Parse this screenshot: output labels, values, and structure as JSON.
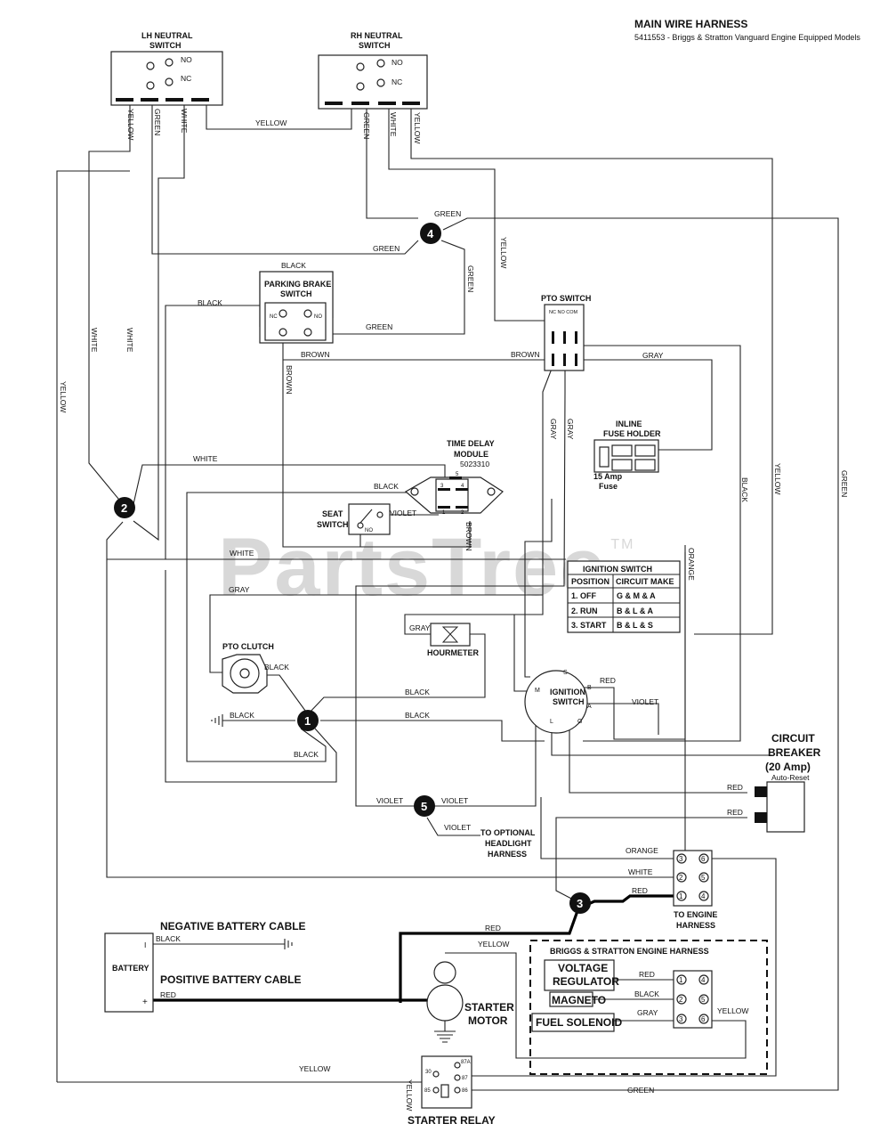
{
  "header": {
    "title": "MAIN WIRE HARNESS",
    "subtitle": "5411553 - Briggs & Stratton Vanguard Engine Equipped Models"
  },
  "watermark": {
    "text": "PartsTree",
    "tm": "TM"
  },
  "components": {
    "lh_neutral_switch": [
      "LH NEUTRAL",
      "SWITCH"
    ],
    "rh_neutral_switch": [
      "RH NEUTRAL",
      "SWITCH"
    ],
    "parking_brake_switch": [
      "PARKING BRAKE",
      "SWITCH"
    ],
    "pto_switch": "PTO SWITCH",
    "pto_switch_terms": "NC  NO COM",
    "time_delay_module": [
      "TIME DELAY",
      "MODULE"
    ],
    "time_delay_part": "5023310",
    "seat_switch": [
      "SEAT",
      "SWITCH"
    ],
    "inline_fuse_holder": [
      "INLINE",
      "FUSE HOLDER"
    ],
    "fuse_rating": [
      "15 Amp",
      "Fuse"
    ],
    "pto_clutch": "PTO CLUTCH",
    "hourmeter": "HOURMETER",
    "ignition_switch": [
      "IGNITION",
      "SWITCH"
    ],
    "circuit_breaker": [
      "CIRCUIT",
      "BREAKER",
      "(20 Amp)"
    ],
    "circuit_breaker_note": "Auto-Reset",
    "to_engine_harness": [
      "TO ENGINE",
      "HARNESS"
    ],
    "to_optional_headlight": [
      "TO OPTIONAL",
      "HEADLIGHT",
      "HARNESS"
    ],
    "negative_battery_cable": "NEGATIVE BATTERY CABLE",
    "positive_battery_cable": "POSITIVE BATTERY CABLE",
    "battery": "BATTERY",
    "starter_motor": [
      "STARTER",
      "MOTOR"
    ],
    "starter_relay": "STARTER RELAY",
    "engine_harness_title": "BRIGGS & STRATTON ENGINE HARNESS",
    "voltage_regulator": [
      "VOLTAGE",
      "REGULATOR"
    ],
    "magneto": "MAGNETO",
    "fuel_solenoid": "FUEL SOLENOID",
    "nc": "NC",
    "no": "NO",
    "plus": "+",
    "minus": "I"
  },
  "ignition_table": {
    "title": "IGNITION SWITCH",
    "headers": [
      "POSITION",
      "CIRCUIT MAKE"
    ],
    "rows": [
      [
        "1. OFF",
        "G & M & A"
      ],
      [
        "2. RUN",
        "B & L & A"
      ],
      [
        "3. START",
        "B & L & S"
      ]
    ]
  },
  "ignition_terminals": [
    "S",
    "B",
    "A",
    "G",
    "L",
    "M"
  ],
  "tdm_terminals": [
    "5",
    "3",
    "4",
    "1",
    "2"
  ],
  "relay_terminals": [
    "87A",
    "30",
    "87",
    "85",
    "86"
  ],
  "connector_pins": [
    "3",
    "6",
    "2",
    "5",
    "1",
    "4"
  ],
  "splices": [
    "1",
    "2",
    "3",
    "4",
    "5"
  ],
  "wire_colors": {
    "yellow": "YELLOW",
    "green": "GREEN",
    "white": "WHITE",
    "black": "BLACK",
    "brown": "BROWN",
    "gray": "GRAY",
    "violet": "VIOLET",
    "red": "RED",
    "orange": "ORANGE"
  }
}
